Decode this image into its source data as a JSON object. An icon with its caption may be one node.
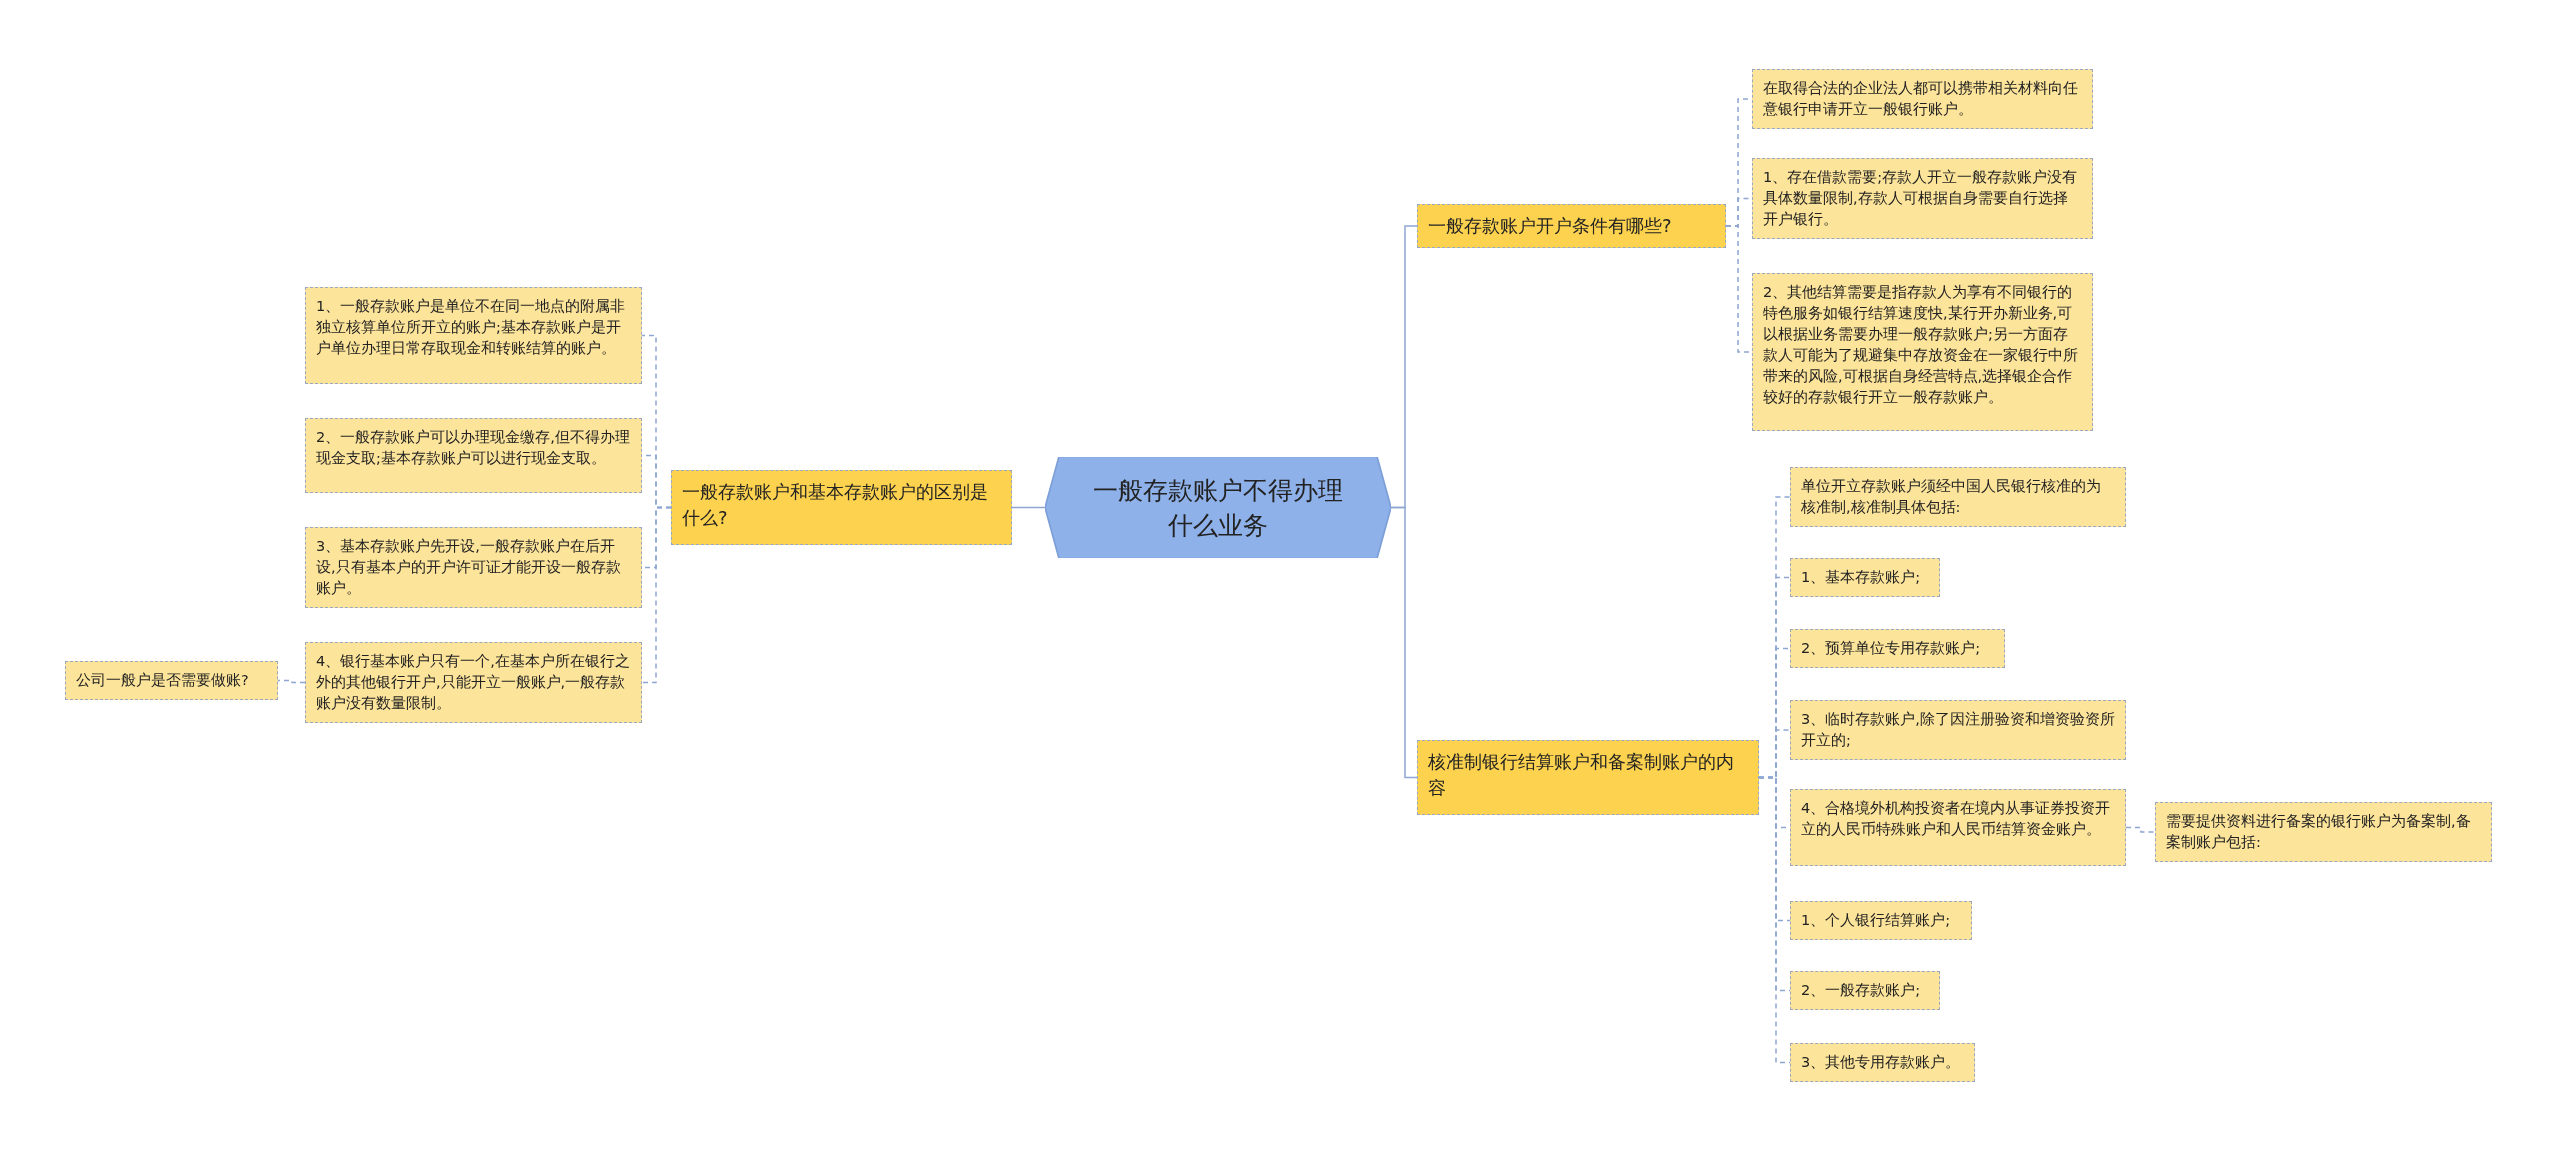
{
  "diagram": {
    "nodes": [
      {
        "text": [
          "一般存款账户不得办理什么业务"
        ]
      },
      {
        "text": [
          "一般存款账户和基本存款账户的区别是什么?"
        ]
      },
      {
        "text": [
          "1、一般存款账户是单位不在同一地点的附属非独立核算单位所开立的账户;基本存款账户是开户单位办理日常存取现金和转账结算的账户。"
        ]
      },
      {
        "text": [
          "2、一般存款账户可以办理现金缴存,但不得办理现金支取;基本存款账户可以进行现金支取。"
        ]
      },
      {
        "text": [
          "3、基本存款账户先开设,一般存款账户在后开设,只有基本户的开户许可证才能开设一般存款账户。"
        ]
      },
      {
        "text": [
          "4、银行基本账户只有一个,在基本户所在银行之外的其他银行开户,只能开立一般账户,一般存款账户没有数量限制。"
        ]
      },
      {
        "text": [
          "公司一般户是否需要做账?"
        ]
      },
      {
        "text": [
          "一般存款账户开户条件有哪些?"
        ]
      },
      {
        "text": [
          "在取得合法的企业法人都可以携带相关材料向任意银行申请开立一般银行账户。"
        ]
      },
      {
        "text": [
          "1、存在借款需要;存款人开立一般存款账户没有具体数量限制,存款人可根据自身需要自行选择开户银行。"
        ]
      },
      {
        "text": [
          "2、其他结算需要是指存款人为享有不同银行的特色服务如银行结算速度快,某行开办新业务,可以根据业务需要办理一般存款账户;另一方面存款人可能为了规避集中存放资金在一家银行中所带来的风险,可根据自身经营特点,选择银企合作较好的存款银行开立一般存款账户。"
        ]
      },
      {
        "text": [
          "核准制银行结算账户和备案制账户的内容"
        ]
      },
      {
        "text": [
          "单位开立存款账户须经中国人民银行核准的为核准制,核准制具体包括:"
        ]
      },
      {
        "text": [
          "1、基本存款账户;"
        ]
      },
      {
        "text": [
          "2、预算单位专用存款账户;"
        ]
      },
      {
        "text": [
          "3、临时存款账户,除了因注册验资和增资验资所开立的;"
        ]
      },
      {
        "text": [
          "4、合格境外机构投资者在境内从事证券投资开立的人民币特殊账户和人民币结算资金账户。"
        ]
      },
      {
        "text": [
          "需要提供资料进行备案的银行账户为备案制,备案制账户包括:"
        ]
      },
      {
        "text": [
          "1、个人银行结算账户;"
        ]
      },
      {
        "text": [
          "2、一般存款账户;"
        ]
      },
      {
        "text": [
          "3、其他专用存款账户。"
        ]
      }
    ],
    "edges": [
      {
        "from": 0,
        "to": 1,
        "arrow": "none"
      },
      {
        "from": 1,
        "to": 2,
        "arrow": "none",
        "style": "dashed"
      },
      {
        "from": 1,
        "to": 3,
        "arrow": "none",
        "style": "dashed"
      },
      {
        "from": 1,
        "to": 4,
        "arrow": "none",
        "style": "dashed"
      },
      {
        "from": 1,
        "to": 5,
        "arrow": "none",
        "style": "dashed"
      },
      {
        "from": 5,
        "to": 6,
        "arrow": "none",
        "style": "dashed"
      },
      {
        "from": 0,
        "to": 7,
        "arrow": "none"
      },
      {
        "from": 7,
        "to": 8,
        "arrow": "none",
        "style": "dashed"
      },
      {
        "from": 7,
        "to": 9,
        "arrow": "none",
        "style": "dashed"
      },
      {
        "from": 7,
        "to": 10,
        "arrow": "none",
        "style": "dashed"
      },
      {
        "from": 0,
        "to": 11,
        "arrow": "none"
      },
      {
        "from": 11,
        "to": 12,
        "arrow": "none",
        "style": "dashed"
      },
      {
        "from": 11,
        "to": 13,
        "arrow": "none",
        "style": "dashed"
      },
      {
        "from": 11,
        "to": 14,
        "arrow": "none",
        "style": "dashed"
      },
      {
        "from": 11,
        "to": 15,
        "arrow": "none",
        "style": "dashed"
      },
      {
        "from": 11,
        "to": 16,
        "arrow": "none",
        "style": "dashed"
      },
      {
        "from": 16,
        "to": 17,
        "arrow": "none",
        "style": "dashed"
      },
      {
        "from": 11,
        "to": 18,
        "arrow": "none",
        "style": "dashed"
      },
      {
        "from": 11,
        "to": 19,
        "arrow": "none",
        "style": "dashed"
      },
      {
        "from": 11,
        "to": 20,
        "arrow": "none",
        "style": "dashed"
      }
    ]
  }
}
